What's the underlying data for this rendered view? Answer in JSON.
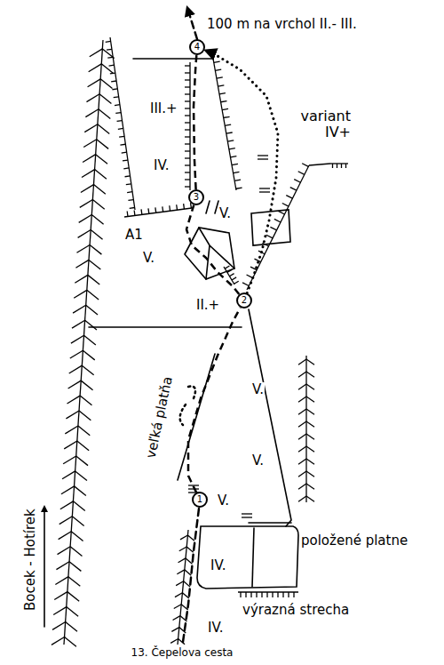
{
  "diagram": {
    "caption": "13. Čepelova cesta",
    "nodes": [
      {
        "text": [
          "4"
        ]
      },
      {
        "text": [
          "3"
        ]
      },
      {
        "text": [
          "2"
        ]
      },
      {
        "text": [
          "1"
        ]
      }
    ],
    "edges": [
      {
        "from": 3,
        "to": 2,
        "arrow": "none"
      },
      {
        "from": 2,
        "to": 1,
        "arrow": "none"
      },
      {
        "from": 1,
        "to": 0,
        "arrow": "none"
      },
      {
        "from": 2,
        "to": 0,
        "arrow": "to"
      }
    ],
    "labels": [
      "100 m na vrchol II.- III.",
      "variant IV+",
      "III.+",
      "IV.",
      "V.",
      "A1",
      "V.",
      "II.+",
      "V.",
      "veľká platňa",
      "V.",
      "V.",
      "položené platne",
      "IV.",
      "výrazná strecha",
      "IV.",
      "Bocek - Hotírek"
    ]
  }
}
